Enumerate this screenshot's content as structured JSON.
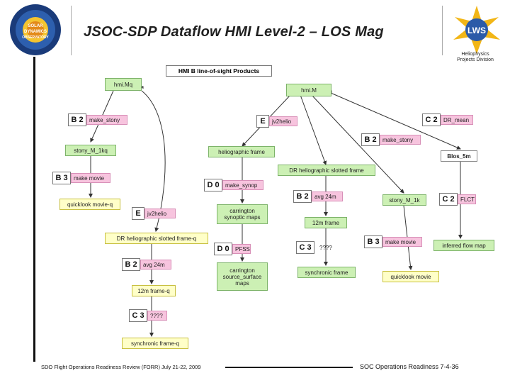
{
  "slide": {
    "title": "JSOC-SDP Dataflow HMI Level-2 – LOS Mag",
    "subtitle_right": "Heliophysics\nProjects Division",
    "footer_left": "SDO Flight Operations Readiness Review (FORR) July 21-22, 2009",
    "footer_right": "SOC Operations Readiness 7-4-36",
    "logo_left_text": [
      "SOLAR",
      "DYNAMICS",
      "OBSERVATORY"
    ],
    "logo_right_text": "LWS"
  },
  "diagram": {
    "header": "HMI B line-of-sight Products",
    "nodes": {
      "hmi_mq": "hmi.Mq",
      "hmi_m": "hmi.M",
      "stony_m_1kq": "stony_M_1kq",
      "quicklook_movie_q": "quicklook movie-q",
      "dr_slotted_q": "DR heliographic slotted frame-q",
      "frame12_q": "12m frame-q",
      "synchronic_q": "synchronic frame-q",
      "helio_frame": "heliographic frame",
      "dr_slotted": "DR heliographic slotted frame",
      "carrington_synoptic": "carrington\nsynoptic maps",
      "frame12": "12m frame",
      "carrington_surface": "carrington\nsource_surface\nmaps",
      "synchronic": "synchronic frame",
      "stony_m_1k": "stony_M_1k",
      "blos_5m": "Blos_5m",
      "quicklook_movie": "quicklook movie",
      "inferred_flow": "inferred flow map"
    },
    "processes": {
      "make_stony_q": {
        "code": "B 2",
        "label": "make_stony"
      },
      "make_movie_q": {
        "code": "B 3",
        "label": "make movie"
      },
      "jv2helio_q": {
        "code": "E",
        "label": "jv2helio"
      },
      "avg24_q": {
        "code": "B 2",
        "label": "avg 24m"
      },
      "q4_q": {
        "code": "C 3",
        "label": "????"
      },
      "jv2helio": {
        "code": "E",
        "label": "jv2helio"
      },
      "make_synop": {
        "code": "D 0",
        "label": "make_synop"
      },
      "pfss": {
        "code": "D 0",
        "label": "PFSS"
      },
      "avg24": {
        "code": "B 2",
        "label": "avg 24m"
      },
      "q4": {
        "code": "C 3",
        "label": "????"
      },
      "make_stony": {
        "code": "B 2",
        "label": "make_stony"
      },
      "make_movie": {
        "code": "B 3",
        "label": "make movie"
      },
      "dr_mean": {
        "code": "C 2",
        "label": "DR_mean"
      },
      "flct": {
        "code": "C 2",
        "label": "FLCT"
      }
    }
  },
  "colors": {
    "product_node": "#ccf0b4",
    "quicklook_node": "#ffffc8",
    "process_label": "#f7c4de",
    "arrow": "#333333"
  }
}
